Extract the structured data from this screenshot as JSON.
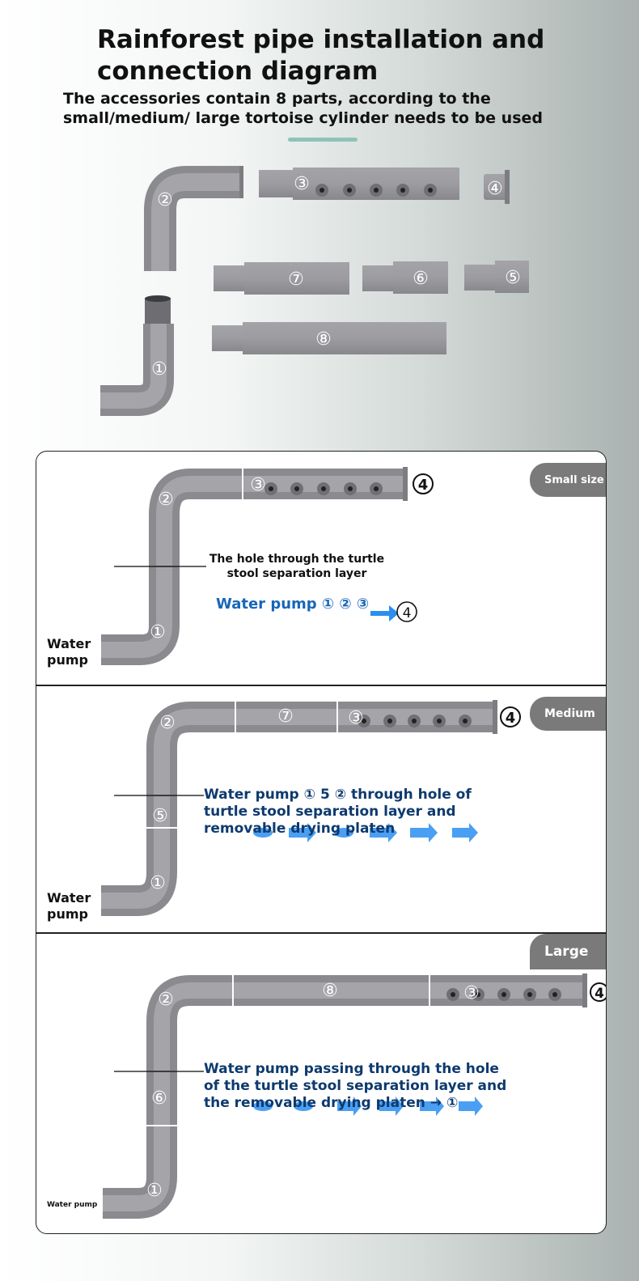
{
  "header": {
    "title": "Rainforest pipe installation and connection diagram",
    "subtitle": "The accessories contain 8 parts, according to the small/medium/ large tortoise cylinder needs to be used"
  },
  "parts": {
    "labels": [
      "①",
      "②",
      "③",
      "④",
      "⑤",
      "⑥",
      "⑦",
      "⑧"
    ]
  },
  "small": {
    "tag": "Small size",
    "pump_label": "Water pump",
    "note": "The hole through the turtle stool separation layer",
    "flow": "Water pump ① ② ③",
    "end_label": "4",
    "labels": [
      "②",
      "③",
      "①"
    ]
  },
  "medium": {
    "tag": "Medium",
    "pump_label": "Water pump",
    "note": "Water pump ① 5 ② through hole of turtle stool separation layer and removable drying platen",
    "end_label": "4",
    "labels": [
      "②",
      "⑦",
      "③",
      "⑤",
      "①"
    ]
  },
  "large": {
    "tag": "Large",
    "pump_label": "Water pump",
    "note": "Water pump passing through the hole of the turtle stool separation layer and the removable drying platen → ①",
    "end_label": "4",
    "labels": [
      "②",
      "⑧",
      "③",
      "⑥",
      "①"
    ]
  },
  "colors": {
    "pipe": "#9b9ba0",
    "pipe_dark": "#7d7d82",
    "tag": "#7a7a7a",
    "flow_blue": "#1766b8",
    "note_blue": "#0e3a6e",
    "arrow": "#2b8ff0",
    "accent_underline": "#8fc3b7"
  }
}
